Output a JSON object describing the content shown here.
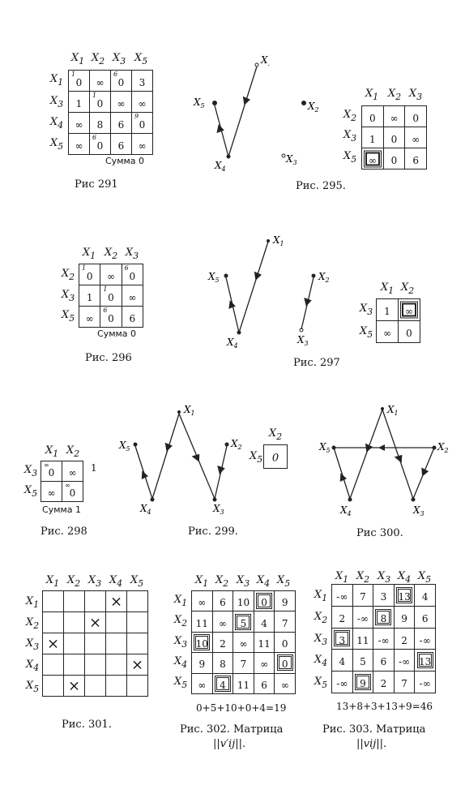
{
  "labels": {
    "x1": "X",
    "x2": "X",
    "x3": "X",
    "x4": "X",
    "x5": "X",
    "s1": "1",
    "s2": "2",
    "s3": "3",
    "s4": "4",
    "s5": "5"
  },
  "matrix_291": {
    "cols": [
      "1",
      "2",
      "3",
      "5"
    ],
    "rows": [
      "1",
      "3",
      "4",
      "5"
    ],
    "cells": [
      [
        "0",
        "∞",
        "0",
        "3"
      ],
      [
        "1",
        "0",
        "∞",
        "∞"
      ],
      [
        "∞",
        "8",
        "6",
        "0"
      ],
      [
        "∞",
        "0",
        "6",
        "∞"
      ]
    ],
    "marks": [
      [
        "1",
        "",
        "6",
        ""
      ],
      [
        "",
        "1",
        "",
        ""
      ],
      [
        "",
        "",
        "",
        "9"
      ],
      [
        "",
        "6",
        "",
        ""
      ]
    ],
    "sum": "Сумма 0"
  },
  "matrix_295": {
    "cols": [
      "1",
      "2",
      "3"
    ],
    "rows": [
      "2",
      "3",
      "5"
    ],
    "cells": [
      [
        "0",
        "∞",
        "0"
      ],
      [
        "1",
        "0",
        "∞"
      ],
      [
        "∞",
        "0",
        "6"
      ]
    ]
  },
  "matrix_296": {
    "cols": [
      "1",
      "2",
      "3"
    ],
    "rows": [
      "2",
      "3",
      "5"
    ],
    "cells": [
      [
        "0",
        "∞",
        "0"
      ],
      [
        "1",
        "0",
        "∞"
      ],
      [
        "∞",
        "0",
        "6"
      ]
    ],
    "marks": [
      [
        "1",
        "",
        "6"
      ],
      [
        "",
        "1",
        ""
      ],
      [
        "",
        "6",
        ""
      ]
    ],
    "sum": "Сумма 0"
  },
  "matrix_297": {
    "cols": [
      "1",
      "2"
    ],
    "rows": [
      "3",
      "5"
    ],
    "cells": [
      [
        "1",
        "∞"
      ],
      [
        "∞",
        "0"
      ]
    ]
  },
  "matrix_298": {
    "cols": [
      "1",
      "2"
    ],
    "rows": [
      "3",
      "5"
    ],
    "cells": [
      [
        "0",
        "∞"
      ],
      [
        "∞",
        "0"
      ]
    ],
    "marks": [
      [
        "∞",
        ""
      ],
      [
        "",
        "∞"
      ]
    ],
    "side": "1",
    "sum": "Сумма 1"
  },
  "matrix_299": {
    "col": "2",
    "row": "5",
    "cell": "0"
  },
  "matrix_301": {
    "cols": [
      "1",
      "2",
      "3",
      "4",
      "5"
    ],
    "rows": [
      "1",
      "2",
      "3",
      "4",
      "5"
    ],
    "cross": "×"
  },
  "matrix_302": {
    "cols": [
      "1",
      "2",
      "3",
      "4",
      "5"
    ],
    "rows": [
      "1",
      "2",
      "3",
      "4",
      "5"
    ],
    "cells": [
      [
        "∞",
        "6",
        "10",
        "0",
        "9"
      ],
      [
        "11",
        "∞",
        "5",
        "4",
        "7"
      ],
      [
        "10",
        "2",
        "∞",
        "11",
        "0"
      ],
      [
        "9",
        "8",
        "7",
        "∞",
        "0"
      ],
      [
        "∞",
        "4",
        "11",
        "6",
        "∞"
      ]
    ],
    "equation": "0+5+10+0+4=19"
  },
  "matrix_303": {
    "cols": [
      "1",
      "2",
      "3",
      "4",
      "5"
    ],
    "rows": [
      "1",
      "2",
      "3",
      "4",
      "5"
    ],
    "cells": [
      [
        "-∞",
        "7",
        "3",
        "13",
        "4"
      ],
      [
        "2",
        "-∞",
        "8",
        "9",
        "6"
      ],
      [
        "3",
        "11",
        "-∞",
        "2",
        "-∞"
      ],
      [
        "4",
        "5",
        "6",
        "-∞",
        "13"
      ],
      [
        "-∞",
        "9",
        "2",
        "7",
        "-∞"
      ]
    ],
    "equation": "13+8+3+13+9=46"
  },
  "captions": {
    "c291": "Рис 291",
    "c295": "Рис. 295.",
    "c296": "Рис. 296",
    "c297": "Рис. 297",
    "c298": "Рис. 298",
    "c299": "Рис. 299.",
    "c300": "Рис 300.",
    "c301": "Рис. 301.",
    "c302a": "Рис. 302. Матрица",
    "c302b": "||v′ij||.",
    "c303a": "Рис. 303. Матрица",
    "c303b": "||vij||."
  }
}
